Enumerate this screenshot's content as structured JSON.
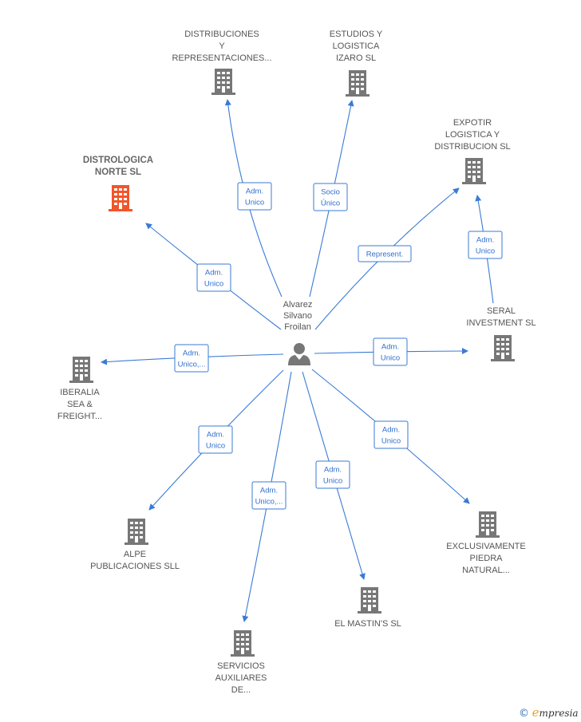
{
  "center": {
    "label_lines": [
      "Alvarez",
      "Silvano",
      "Froilan"
    ],
    "icon": "person-icon"
  },
  "colors": {
    "edge": "#3a7bd5",
    "building": "#777777",
    "building_highlight": "#f0562a",
    "person": "#777777"
  },
  "companies": [
    {
      "id": "distribuciones",
      "label_lines": [
        "DISTRIBUCIONES",
        "Y",
        "REPRESENTACIONES..."
      ],
      "role_lines": [
        "Adm.",
        "Unico"
      ],
      "highlight": false
    },
    {
      "id": "estudios",
      "label_lines": [
        "ESTUDIOS Y",
        "LOGISTICA",
        "IZARO  SL"
      ],
      "role_lines": [
        "Socio",
        "Único"
      ],
      "highlight": false
    },
    {
      "id": "expotir",
      "label_lines": [
        "EXPOTIR",
        "LOGISTICA Y",
        "DISTRIBUCION SL"
      ],
      "role_lines": [
        "Represent."
      ],
      "highlight": false
    },
    {
      "id": "distrologica",
      "label_lines": [
        "DISTROLOGICA",
        "NORTE  SL"
      ],
      "role_lines": [
        "Adm.",
        "Unico"
      ],
      "highlight": true
    },
    {
      "id": "seral",
      "label_lines": [
        "SERAL",
        "INVESTMENT SL"
      ],
      "role_lines": [
        "Adm.",
        "Unico"
      ],
      "highlight": false
    },
    {
      "id": "iberalia",
      "label_lines": [
        "IBERALIA",
        "SEA &",
        "FREIGHT..."
      ],
      "role_lines": [
        "Adm.",
        "Unico,..."
      ],
      "highlight": false
    },
    {
      "id": "alpe",
      "label_lines": [
        "ALPE",
        "PUBLICACIONES SLL"
      ],
      "role_lines": [
        "Adm.",
        "Unico"
      ],
      "highlight": false
    },
    {
      "id": "servicios",
      "label_lines": [
        "SERVICIOS",
        "AUXILIARES",
        "DE..."
      ],
      "role_lines": [
        "Adm.",
        "Unico,..."
      ],
      "highlight": false
    },
    {
      "id": "mastin",
      "label_lines": [
        "EL MASTIN'S SL"
      ],
      "role_lines": [
        "Adm.",
        "Unico"
      ],
      "highlight": false
    },
    {
      "id": "exclusivamente",
      "label_lines": [
        "EXCLUSIVAMENTE",
        "PIEDRA",
        "NATURAL..."
      ],
      "role_lines": [
        "Adm.",
        "Unico"
      ],
      "highlight": false
    }
  ],
  "secondary_links": [
    {
      "from": "seral",
      "to": "expotir",
      "role_lines": [
        "Adm.",
        "Unico"
      ]
    }
  ],
  "brand": {
    "copyright": "©",
    "e": "e",
    "rest": "mpresia"
  }
}
